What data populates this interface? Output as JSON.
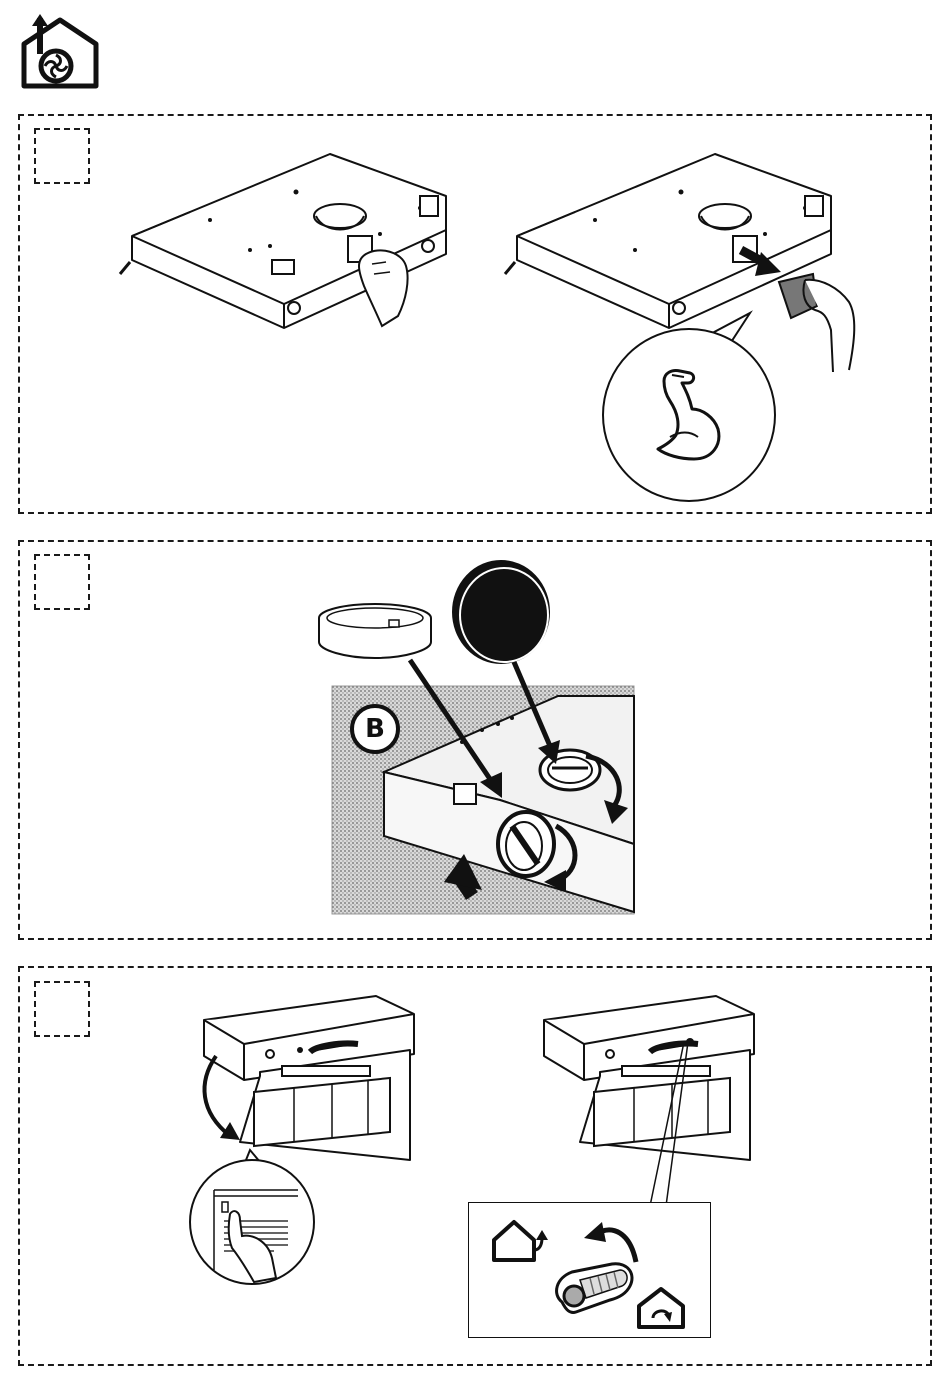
{
  "header": {
    "icon": "house-fan-extraction-icon"
  },
  "steps": [
    {
      "step_marker": "",
      "figure": "duct-cover-removal"
    },
    {
      "step_marker": "",
      "figure": "fit-collar-and-cap",
      "badge_letter": "B"
    },
    {
      "step_marker": "",
      "figure": "open-panel-and-switch-mode"
    }
  ],
  "icons": {
    "strength": "flexed-arm-icon",
    "extract_mode": "house-extraction-icon",
    "recirculation_mode": "house-recirculation-icon"
  },
  "colors": {
    "line": "#111111",
    "paper": "#ffffff",
    "screen": "#cfcfcf"
  }
}
